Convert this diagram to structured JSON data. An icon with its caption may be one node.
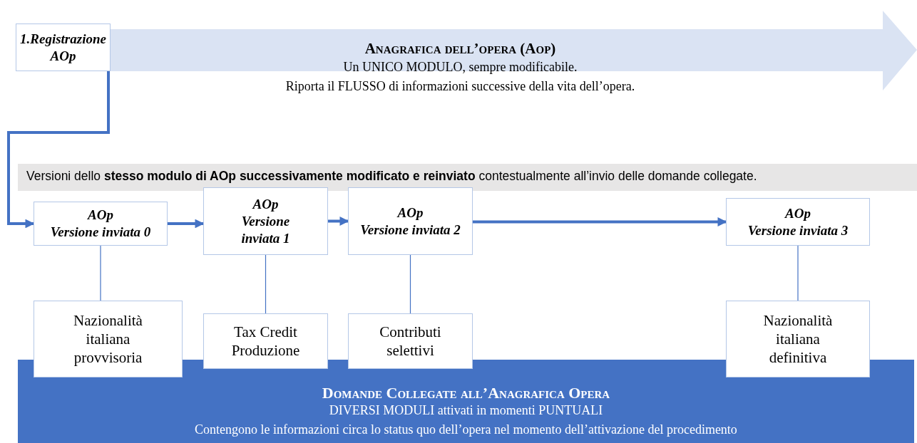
{
  "diagram": {
    "nodes": [
      {
        "text": [
          "Anagrafica dell’opera (Aop)",
          "Un UNICO MODULO, sempre modificabile.",
          "Riporta il FLUSSO di informazioni successive della vita dell’opera."
        ]
      },
      {
        "text": [
          "1.Registrazione AOp"
        ]
      },
      {
        "text": [
          "Versioni dello **stesso modulo di AOp successivamente modificato e reinviato** contestualmente all’invio delle domande collegate."
        ]
      },
      {
        "text": [
          "AOp",
          "Versione inviata 0"
        ]
      },
      {
        "text": [
          "AOp",
          "Versione inviata 1"
        ]
      },
      {
        "text": [
          "AOp",
          "Versione inviata 2"
        ]
      },
      {
        "text": [
          "AOp",
          "Versione inviata 3"
        ]
      },
      {
        "text": [
          "Domande Collegate all’Anagrafica Opera",
          "DIVERSI MODULI attivati in momenti PUNTUALI",
          "Contengono le informazioni circa lo status quo dell’opera nel momento dell’attivazione del procedimento"
        ]
      },
      {
        "text": [
          "Nazionalità italiana provvisoria"
        ]
      },
      {
        "text": [
          "Tax Credit Produzione"
        ]
      },
      {
        "text": [
          "Contributi selettivi"
        ]
      },
      {
        "text": [
          "Nazionalità italiana definitiva"
        ]
      }
    ],
    "edges": [
      {
        "from": 1,
        "to": 3,
        "arrow": "to",
        "style": "thick"
      },
      {
        "from": 3,
        "to": 4,
        "arrow": "to",
        "style": "thick"
      },
      {
        "from": 4,
        "to": 5,
        "arrow": "to",
        "style": "thick"
      },
      {
        "from": 5,
        "to": 6,
        "arrow": "to",
        "style": "thick"
      },
      {
        "from": 3,
        "to": 8,
        "arrow": "none"
      },
      {
        "from": 4,
        "to": 9,
        "arrow": "none"
      },
      {
        "from": 5,
        "to": 10,
        "arrow": "none"
      },
      {
        "from": 6,
        "to": 11,
        "arrow": "none"
      }
    ]
  }
}
